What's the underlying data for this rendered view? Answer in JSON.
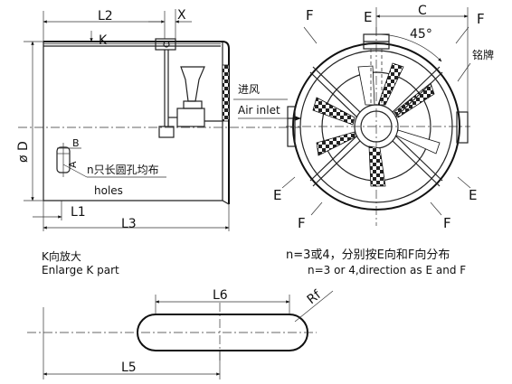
{
  "left_view": {
    "dim_l2": "L2",
    "dim_x": "X",
    "dim_k": "K",
    "dim_phi_d": "ø D",
    "dim_b": "B",
    "dim_a": "A",
    "holes_cn": "n只长圆孔均布",
    "holes_en": "holes",
    "dim_l1": "L1",
    "dim_l3": "L3",
    "inlet_cn": "进风",
    "inlet_en": "Air inlet"
  },
  "right_view": {
    "dim_c": "C",
    "angle": "45°",
    "nameplate": "铭牌",
    "label_e": "E",
    "label_f": "F",
    "direction_note_cn": "n=3或4，分别按E向和F向分布",
    "direction_note_en": "n=3 or 4,direction as E and F"
  },
  "enlarge": {
    "title_cn": "K向放大",
    "title_en": "Enlarge K part",
    "dim_l6": "L6",
    "dim_l5": "L5",
    "radius": "Rf"
  }
}
